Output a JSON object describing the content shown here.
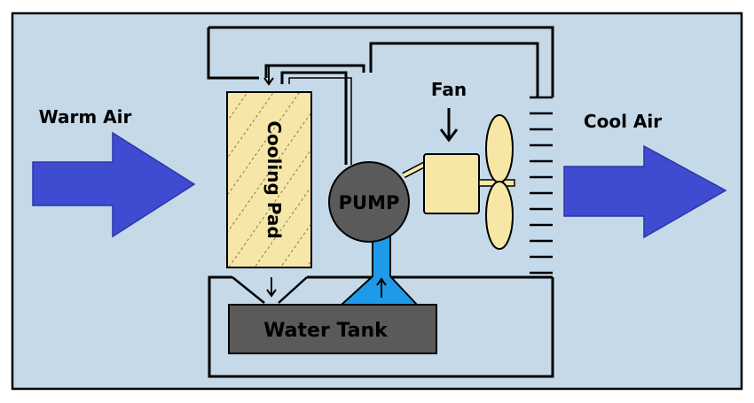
{
  "labels": {
    "warm_air": "Warm Air",
    "cool_air": "Cool Air",
    "fan": "Fan",
    "cooling_pad": "Cooling Pad",
    "pump": "PUMP",
    "water_tank": "Water Tank"
  },
  "colors": {
    "background": "#c5d9e8",
    "air_arrow": "#3f4bd0",
    "cooling_pad": "#f6e6a8",
    "pump": "#5a5a5a",
    "water_tank": "#5a5a5a",
    "water": "#1e9be8",
    "fan": "#f7e7a5",
    "outline": "#000000"
  }
}
